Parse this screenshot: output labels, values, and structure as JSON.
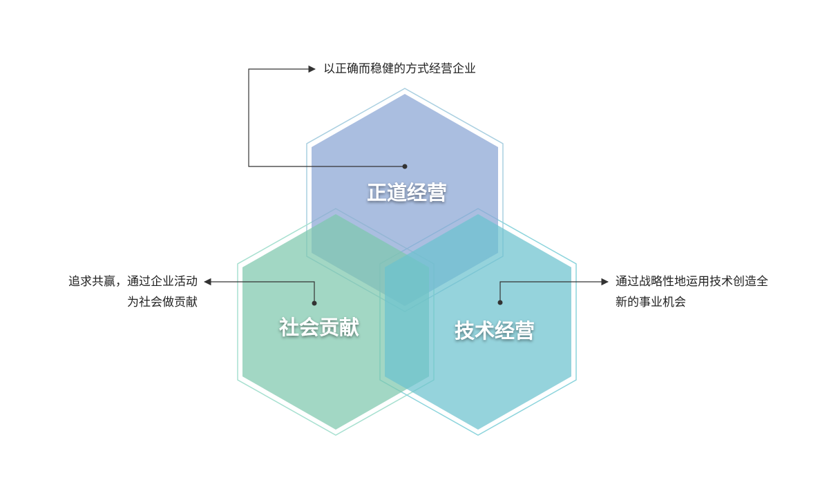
{
  "colors": {
    "top_hex": "#8ea8d6",
    "left_hex": "#7ec8ad",
    "right_hex": "#6cc2cf",
    "top_outline": "#a9cfe0",
    "left_outline": "#a7e0d0",
    "right_outline": "#8cd4dc",
    "connector": "#333333"
  },
  "hexagons": {
    "top": {
      "title": "正道经营",
      "description": "以正确而稳健的方式经营企业"
    },
    "left": {
      "title": "社会贡献",
      "description_line1": "追求共赢，通过企业活动",
      "description_line2": "为社会做贡献"
    },
    "right": {
      "title": "技术经营",
      "description_line1": "通过战略性地运用技术创造全",
      "description_line2": "新的事业机会"
    }
  }
}
